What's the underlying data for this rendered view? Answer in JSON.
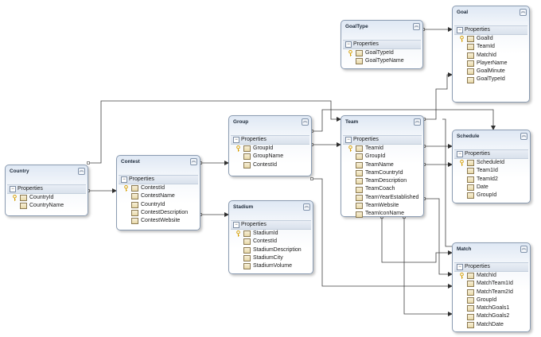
{
  "entities": {
    "goaltype": {
      "title": "GoalType",
      "section": "Properties",
      "fields": [
        {
          "name": "GoalTypeId",
          "key": true
        },
        {
          "name": "GoalTypeName",
          "key": false
        }
      ]
    },
    "goal": {
      "title": "Goal",
      "section": "Properties",
      "fields": [
        {
          "name": "GoalId",
          "key": true
        },
        {
          "name": "TeamId",
          "key": false
        },
        {
          "name": "MatchId",
          "key": false
        },
        {
          "name": "PlayerName",
          "key": false
        },
        {
          "name": "GoalMinute",
          "key": false
        },
        {
          "name": "GoalTypeId",
          "key": false
        }
      ]
    },
    "country": {
      "title": "Country",
      "section": "Properties",
      "fields": [
        {
          "name": "CountryId",
          "key": true
        },
        {
          "name": "CountryName",
          "key": false
        }
      ]
    },
    "contest": {
      "title": "Contest",
      "section": "Properties",
      "fields": [
        {
          "name": "ContestId",
          "key": true
        },
        {
          "name": "ContestName",
          "key": false
        },
        {
          "name": "CountryId",
          "key": false
        },
        {
          "name": "ContestDescription",
          "key": false
        },
        {
          "name": "ContestWebsite",
          "key": false
        }
      ]
    },
    "group": {
      "title": "Group",
      "section": "Properties",
      "fields": [
        {
          "name": "GroupId",
          "key": true
        },
        {
          "name": "GroupName",
          "key": false
        },
        {
          "name": "ContestId",
          "key": false
        }
      ]
    },
    "stadium": {
      "title": "Stadium",
      "section": "Properties",
      "fields": [
        {
          "name": "StadiumId",
          "key": true
        },
        {
          "name": "ContestId",
          "key": false
        },
        {
          "name": "StadiumDescription",
          "key": false
        },
        {
          "name": "StadiumCity",
          "key": false
        },
        {
          "name": "StadiumVolume",
          "key": false
        }
      ]
    },
    "team": {
      "title": "Team",
      "section": "Properties",
      "fields": [
        {
          "name": "TeamId",
          "key": true
        },
        {
          "name": "GroupId",
          "key": false
        },
        {
          "name": "TeamName",
          "key": false
        },
        {
          "name": "TeamCountryId",
          "key": false
        },
        {
          "name": "TeamDescription",
          "key": false
        },
        {
          "name": "TeamCoach",
          "key": false
        },
        {
          "name": "TeamYearEstablished",
          "key": false
        },
        {
          "name": "TeamWebsite",
          "key": false
        },
        {
          "name": "TeamIconName",
          "key": false
        }
      ]
    },
    "schedule": {
      "title": "Schedule",
      "section": "Properties",
      "fields": [
        {
          "name": "ScheduleId",
          "key": true
        },
        {
          "name": "Team1Id",
          "key": false
        },
        {
          "name": "TeamId2",
          "key": false
        },
        {
          "name": "Date",
          "key": false
        },
        {
          "name": "GroupId",
          "key": false
        }
      ]
    },
    "match": {
      "title": "Match",
      "section": "Properties",
      "fields": [
        {
          "name": "MatchId",
          "key": true
        },
        {
          "name": "MatchTeam1Id",
          "key": false
        },
        {
          "name": "MatchTeam2Id",
          "key": false
        },
        {
          "name": "GroupId",
          "key": false
        },
        {
          "name": "MatchGoals1",
          "key": false
        },
        {
          "name": "MatchGoals2",
          "key": false
        },
        {
          "name": "MatchDate",
          "key": false
        }
      ]
    }
  },
  "icons": {
    "collapse": "double-chevron-up-icon",
    "section_toggle": "minus-icon",
    "key": "key-icon",
    "property": "property-icon"
  },
  "colors": {
    "border": "#8a9bb1",
    "connector": "#404040",
    "key": "#d8a20a"
  }
}
